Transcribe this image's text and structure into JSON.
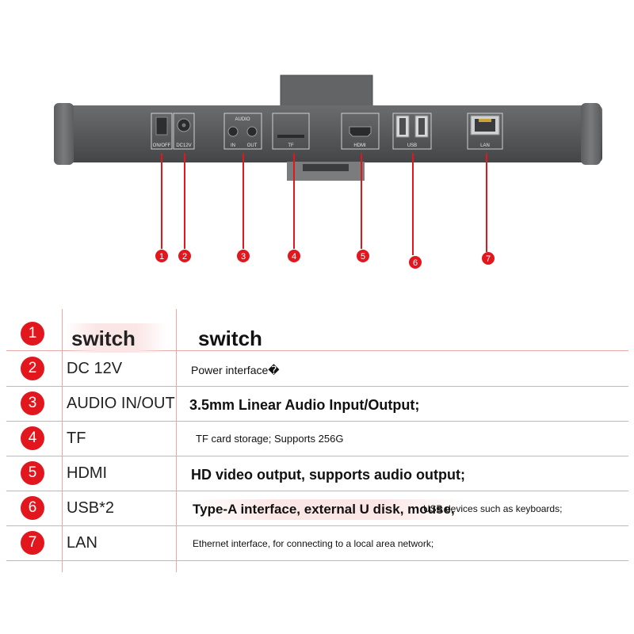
{
  "device": {
    "port_labels": {
      "power": "ON/OFF",
      "dc": "DC12V",
      "audio": "AUDIO",
      "audio_in": "IN",
      "audio_out": "OUT",
      "tf": "TF",
      "hdmi": "HDMI",
      "usb": "USB",
      "lan": "LAN"
    },
    "callouts": [
      "1",
      "2",
      "3",
      "4",
      "5",
      "6",
      "7"
    ]
  },
  "table": {
    "rows": [
      {
        "num": "1",
        "name": "switch",
        "desc": "switch"
      },
      {
        "num": "2",
        "name": "DC 12V",
        "desc": "Power interface�"
      },
      {
        "num": "3",
        "name": "AUDIO IN/OUT",
        "desc": "3.5mm Linear Audio Input/Output;"
      },
      {
        "num": "4",
        "name": "TF",
        "desc": "TF card storage; Supports 256G"
      },
      {
        "num": "5",
        "name": "HDMI",
        "desc": "HD video output, supports audio output;"
      },
      {
        "num": "6",
        "name": "USB*2",
        "desc": "Type-A interface, external U disk, mouse,",
        "desc_extra": "USB devices such as keyboards;"
      },
      {
        "num": "7",
        "name": "LAN",
        "desc": "Ethernet interface, for connecting to a local area network;"
      }
    ]
  },
  "colors": {
    "accent": "#e2171e",
    "body": "#5a5b5d",
    "grid": "#e6a9a9"
  }
}
